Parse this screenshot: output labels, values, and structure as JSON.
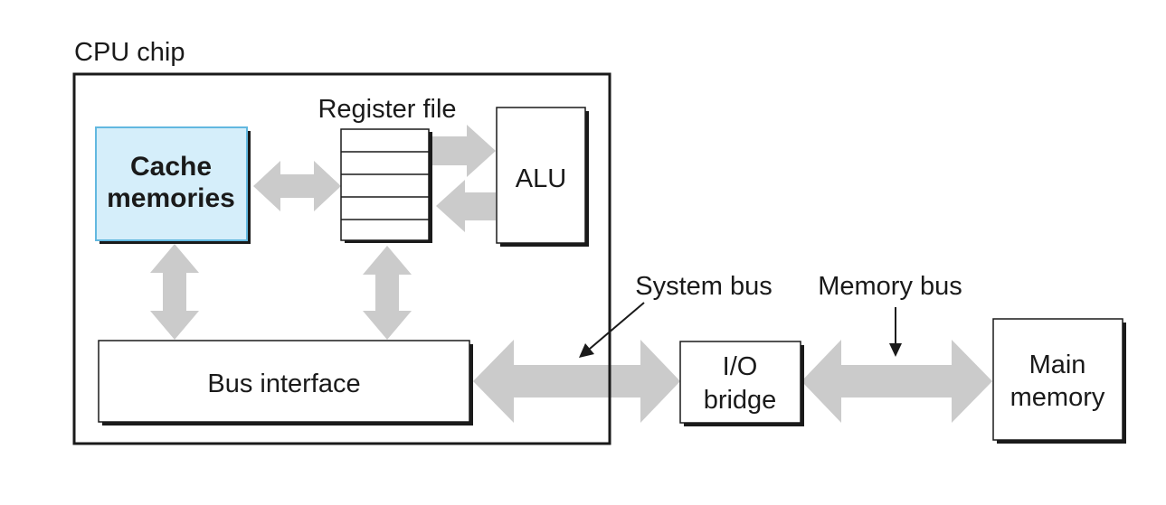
{
  "labels": {
    "cpu_chip": "CPU chip",
    "register_file": "Register file",
    "alu": "ALU",
    "cache_line1": "Cache",
    "cache_line2": "memories",
    "bus_interface": "Bus interface",
    "system_bus": "System bus",
    "memory_bus": "Memory bus",
    "io_bridge_line1": "I/O",
    "io_bridge_line2": "bridge",
    "main_memory_line1": "Main",
    "main_memory_line2": "memory"
  },
  "colors": {
    "cache_fill": "#d5eefa",
    "cache_border": "#62b8e0",
    "arrow_fill": "#cbcbcb",
    "line": "#1a1a1a"
  }
}
